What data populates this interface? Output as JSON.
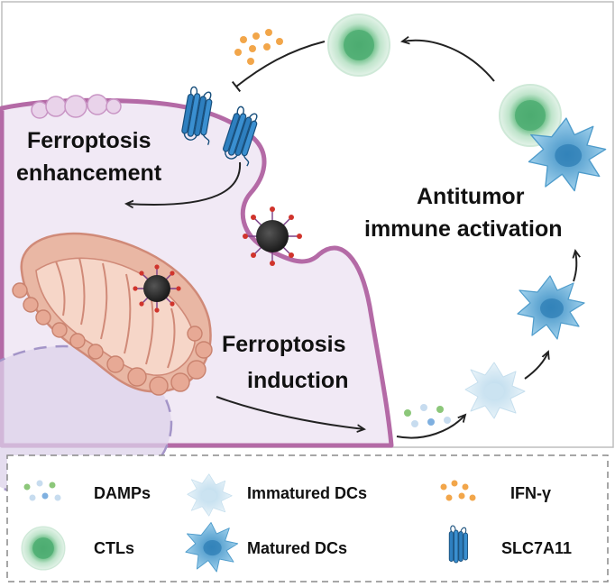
{
  "labels": {
    "enhancement_line1": "Ferroptosis",
    "enhancement_line2": "enhancement",
    "induction_line1": "Ferroptosis",
    "induction_line2": "induction",
    "activation_line1": "Antitumor",
    "activation_line2": "immune activation"
  },
  "legend": {
    "items": [
      {
        "icon": "damps-icon",
        "label": "DAMPs"
      },
      {
        "icon": "immatured-dc-icon",
        "label": "Immatured DCs"
      },
      {
        "icon": "ifn-gamma-icon",
        "label": "IFN-γ"
      },
      {
        "icon": "ctl-icon",
        "label": "CTLs"
      },
      {
        "icon": "matured-dc-icon",
        "label": "Matured DCs"
      },
      {
        "icon": "slc7a11-icon",
        "label": "SLC7A11"
      }
    ]
  },
  "colors": {
    "cell_fill": "#f1e9f5",
    "membrane": "#b46aa6",
    "mitochondria": "#e9b7a4",
    "mito_edge": "#d08a78",
    "dc_blue": "#7fbde0",
    "ctl_green": "#7cc596",
    "ifn_orange": "#f2a64a",
    "transporter_blue": "#2e7fbf"
  }
}
